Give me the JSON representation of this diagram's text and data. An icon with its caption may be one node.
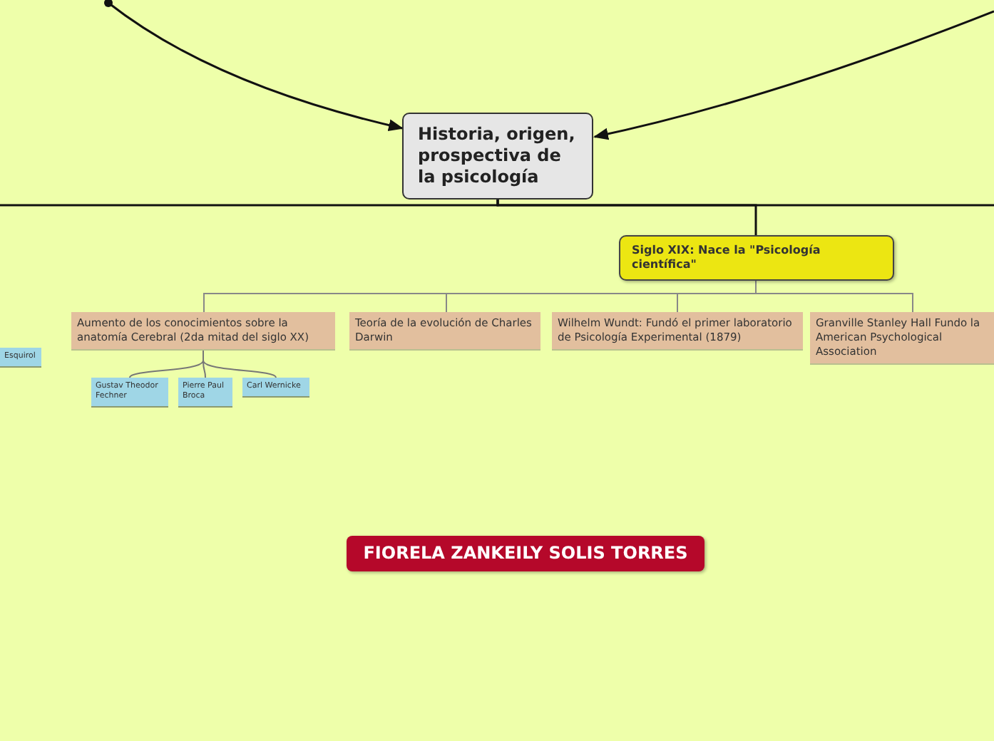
{
  "diagram": {
    "nodes": [
      {
        "text": [
          "Historia, origen, prospectiva de la psicología"
        ]
      },
      {
        "text": [
          "Siglo XIX: Nace la \"Psicología científica\""
        ]
      },
      {
        "text": [
          "Aumento de los conocimientos sobre la anatomía Cerebral (2da mitad del siglo XX)"
        ]
      },
      {
        "text": [
          "Teoría de la evolución de Charles Darwin"
        ]
      },
      {
        "text": [
          "Wilhelm Wundt: Fundó el primer laboratorio de Psicología Experimental (1879)"
        ]
      },
      {
        "text": [
          "Granville Stanley Hall Fundo la American Psychological Association"
        ]
      },
      {
        "text": [
          "Esquirol"
        ]
      },
      {
        "text": [
          "Gustav Theodor Fechner"
        ]
      },
      {
        "text": [
          "Pierre Paul Broca"
        ]
      },
      {
        "text": [
          "Carl Wernicke"
        ]
      },
      {
        "text": [
          "FIORELA ZANKEILY SOLIS TORRES"
        ]
      }
    ],
    "edges": [
      {
        "from": null,
        "to": 0,
        "arrow": "to"
      },
      {
        "from": null,
        "to": 0,
        "arrow": "to"
      },
      {
        "from": 0,
        "to": 1,
        "arrow": "none"
      },
      {
        "from": 0,
        "to": null,
        "arrow": "none"
      },
      {
        "from": 0,
        "to": null,
        "arrow": "none"
      },
      {
        "from": 1,
        "to": 2,
        "arrow": "none",
        "color": "#888888"
      },
      {
        "from": 1,
        "to": 3,
        "arrow": "none",
        "color": "#888888"
      },
      {
        "from": 1,
        "to": 4,
        "arrow": "none",
        "color": "#888888"
      },
      {
        "from": 1,
        "to": 5,
        "arrow": "none",
        "color": "#888888"
      },
      {
        "from": 2,
        "to": 7,
        "arrow": "none",
        "color": "#777777"
      },
      {
        "from": 2,
        "to": 8,
        "arrow": "none",
        "color": "#777777"
      },
      {
        "from": 2,
        "to": 9,
        "arrow": "none",
        "color": "#777777"
      }
    ]
  }
}
